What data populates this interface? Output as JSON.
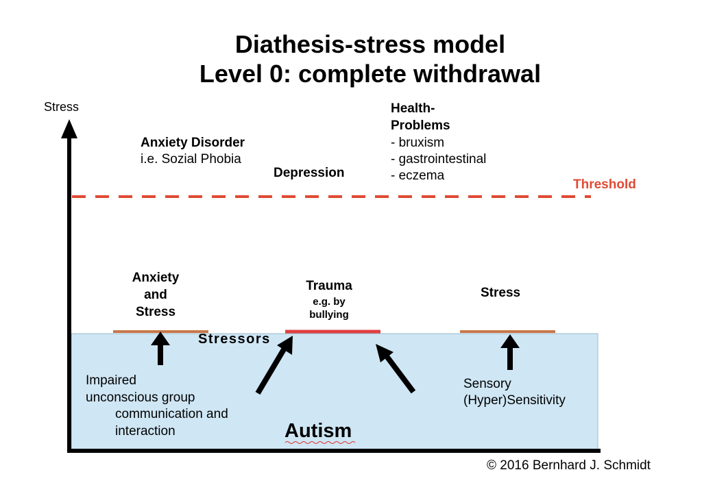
{
  "title": {
    "line1": "Diathesis-stress model",
    "line2": "Level 0: complete withdrawal"
  },
  "axis": {
    "y_label": "Stress"
  },
  "threshold": {
    "label": "Threshold",
    "color": "#e04a33"
  },
  "disorders": {
    "anxiety_title": "Anxiety Disorder",
    "anxiety_subtitle": "i.e. Sozial Phobia",
    "depression": "Depression",
    "health_title_1": "Health-",
    "health_title_2": "Problems",
    "health_items": [
      "- bruxism",
      "- gastrointestinal",
      "- eczema"
    ]
  },
  "stressors": {
    "label": "Stressors",
    "anxiety_stress": [
      "Anxiety",
      "and",
      "Stress"
    ],
    "trauma_title": "Trauma",
    "trauma_sub": [
      "e.g. by",
      "bullying"
    ],
    "stress": "Stress"
  },
  "autism_box": {
    "label": "Autism",
    "fill_color": "#cfe6f4",
    "impaired_lines": [
      "Impaired",
      "unconscious group",
      "communication and",
      "interaction"
    ],
    "sensory_lines": [
      "Sensory",
      "(Hyper)Sensitivity"
    ]
  },
  "colors": {
    "stressor_bar": "#c8784a",
    "trauma_bar": "#e04040"
  },
  "copyright": "© 2016 Bernhard J. Schmidt"
}
